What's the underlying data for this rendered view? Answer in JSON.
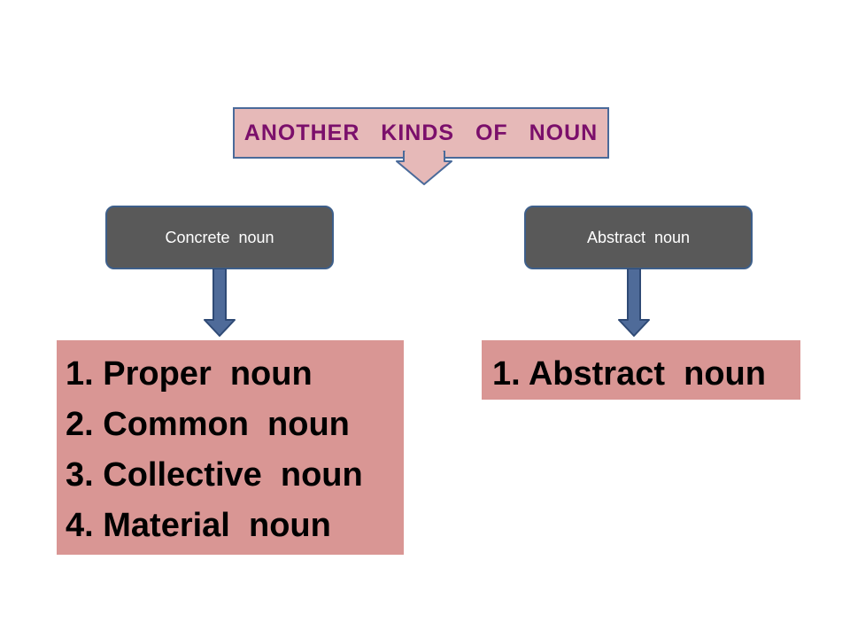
{
  "title": "ANOTHER  KINDS  OF  NOUN",
  "branches": [
    {
      "label": "Concrete  noun",
      "items": [
        "1. Proper  noun",
        "2. Common  noun",
        "3. Collective  noun",
        "4. Material  noun"
      ]
    },
    {
      "label": "Abstract  noun",
      "items": [
        "1. Abstract  noun"
      ]
    }
  ],
  "colors": {
    "title_fill": "#e6b9b8",
    "title_text": "#7b0f6b",
    "category_fill": "#595959",
    "list_fill": "#d99694",
    "outline": "#4a6a9a"
  }
}
